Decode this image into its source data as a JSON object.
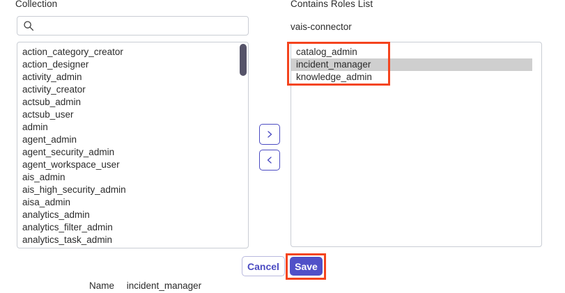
{
  "panels": {
    "left": {
      "label": "Collection",
      "search": {
        "value": "",
        "placeholder": "",
        "icon": "search-icon"
      },
      "items": [
        "action_category_creator",
        "action_designer",
        "activity_admin",
        "activity_creator",
        "actsub_admin",
        "actsub_user",
        "admin",
        "agent_admin",
        "agent_security_admin",
        "agent_workspace_user",
        "ais_admin",
        "ais_high_security_admin",
        "aisa_admin",
        "analytics_admin",
        "analytics_filter_admin",
        "analytics_task_admin"
      ],
      "scrollbar": {
        "thumb_color": "#565469",
        "visible": true
      }
    },
    "right": {
      "label": "Contains Roles List",
      "sublabel": "vais-connector",
      "items": [
        {
          "label": "catalog_admin",
          "selected": false
        },
        {
          "label": "incident_manager",
          "selected": true
        },
        {
          "label": "knowledge_admin",
          "selected": false
        }
      ],
      "selected_highlight_color": "#cfcfcf"
    }
  },
  "transfer": {
    "move_right_icon": "chevron-right-icon",
    "move_right_glyph": "›",
    "move_left_icon": "chevron-left-icon",
    "move_left_glyph": "‹",
    "border_color": "#4b4bc2"
  },
  "footer": {
    "cancel_label": "Cancel",
    "save_label": "Save",
    "save_background": "#5050c8",
    "cancel_text_color": "#4b4bc2"
  },
  "bottom_row": {
    "name_key": "Name",
    "name_value": "incident_manager"
  },
  "annotations": {
    "color": "#f4441e",
    "roles_box_target": "Contains Roles List items",
    "save_box_target": "Save button"
  }
}
